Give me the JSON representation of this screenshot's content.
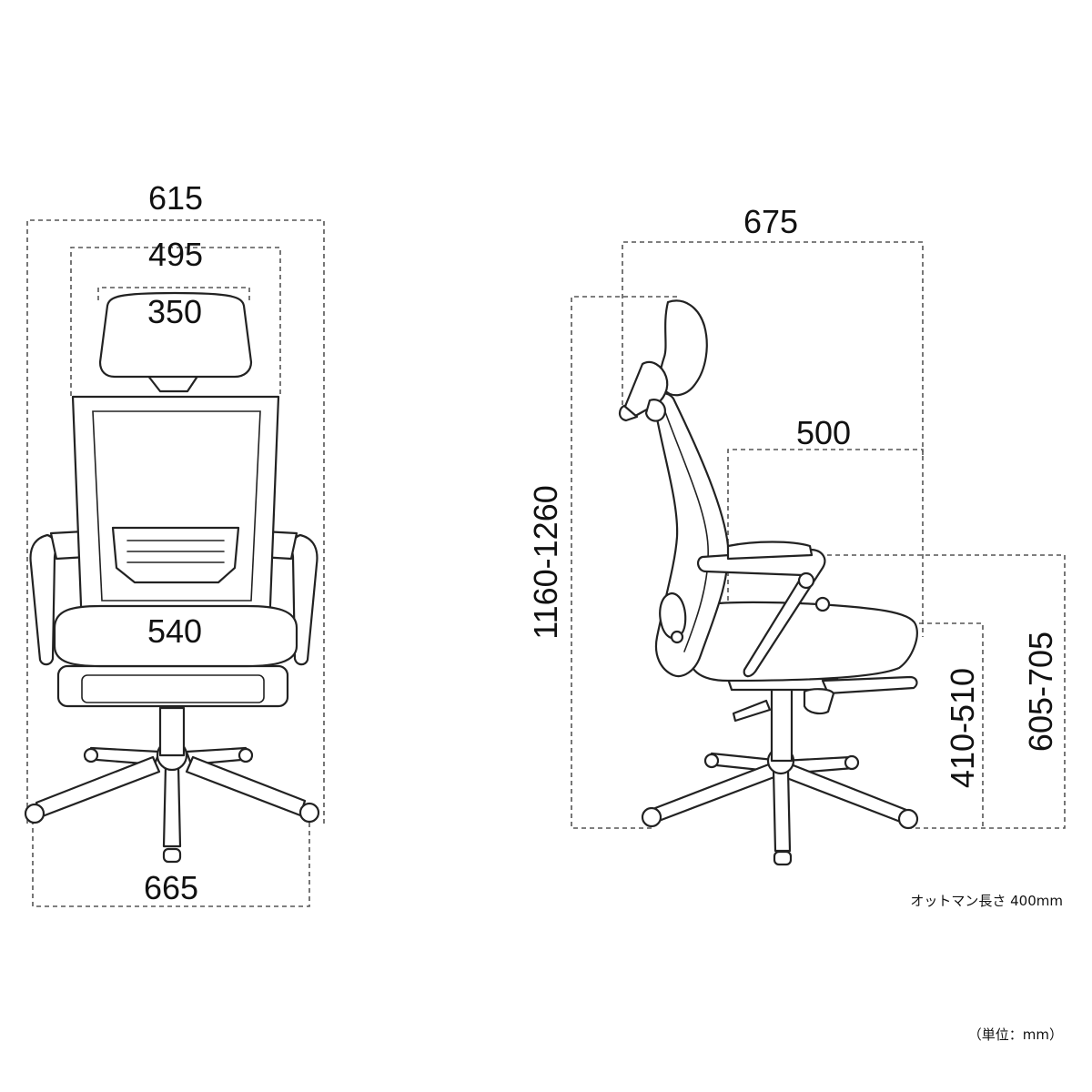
{
  "front_view": {
    "overall_width": "615",
    "back_width": "495",
    "headrest_width": "350",
    "seat_width": "540",
    "base_width": "665"
  },
  "side_view": {
    "depth": "675",
    "seat_depth": "500",
    "total_height": "1160-1260",
    "armrest_height": "605-705",
    "seat_height": "410-510"
  },
  "notes": {
    "ottoman_length": "オットマン長さ 400mm",
    "unit": "（単位：mm）"
  }
}
